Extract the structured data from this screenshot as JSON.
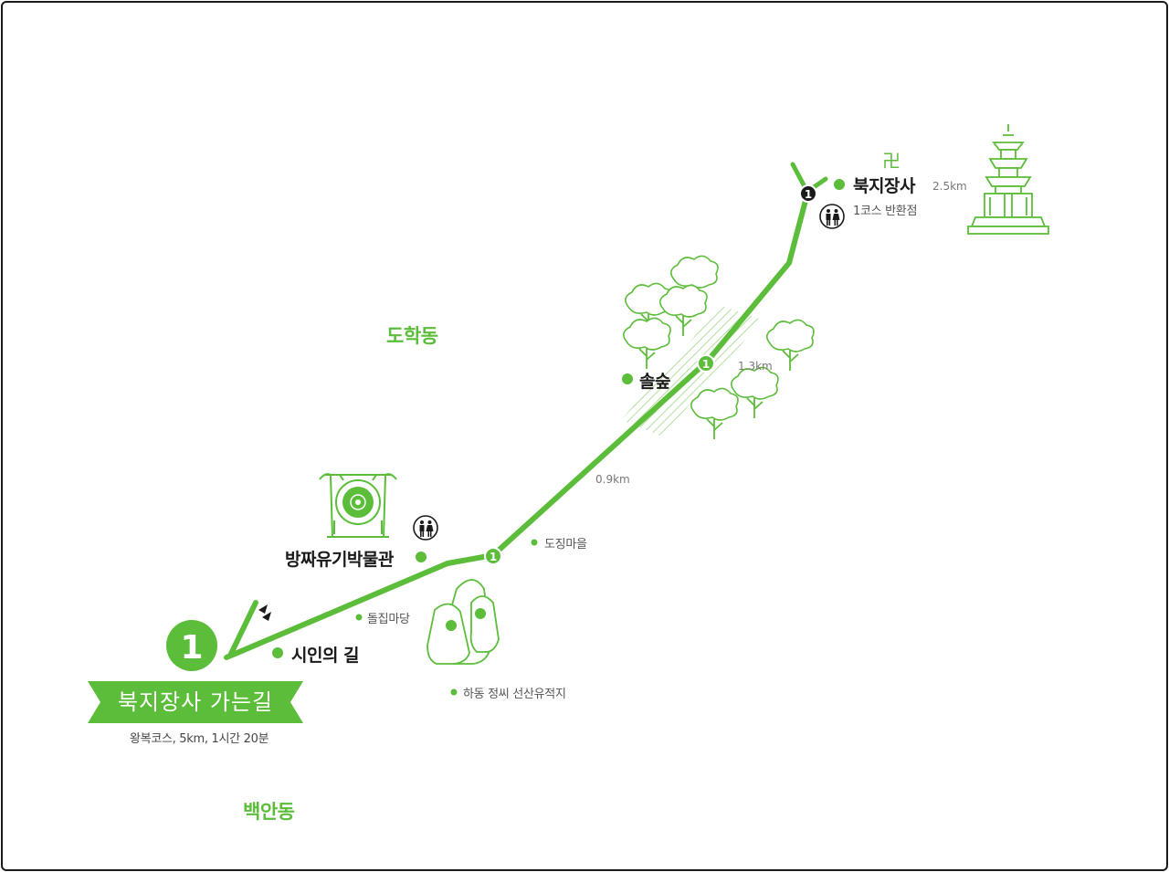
{
  "route": {
    "title": "북지장사 가는길",
    "subtitle": "왕복코스, 5km, 1시간 20분",
    "course_number": "1"
  },
  "areas": {
    "north": "도학동",
    "south": "백안동"
  },
  "pois": {
    "poet_road": "시인의 길",
    "museum": "방짜유기박물관",
    "stone_yard": "돌집마당",
    "dojing_village": "도징마을",
    "hadong_site": "하동 정씨 선산유적지",
    "pine_forest": "솔숲",
    "temple": "북지장사",
    "temple_note": "1코스 반환점",
    "temple_symbol": "卍"
  },
  "distances": {
    "d1": "0.9km",
    "d2": "1.3km",
    "d3": "2.5km"
  },
  "markers": {
    "segment_marker": "1"
  },
  "icons": [
    "restroom-icon",
    "gong-icon",
    "pagoda-icon",
    "pine-tree-icon",
    "stone-figures-icon",
    "start-flag-icon"
  ],
  "colors": {
    "route": "#5cbd3a",
    "accent_dark": "#1a1a1a",
    "text": "#222222"
  }
}
